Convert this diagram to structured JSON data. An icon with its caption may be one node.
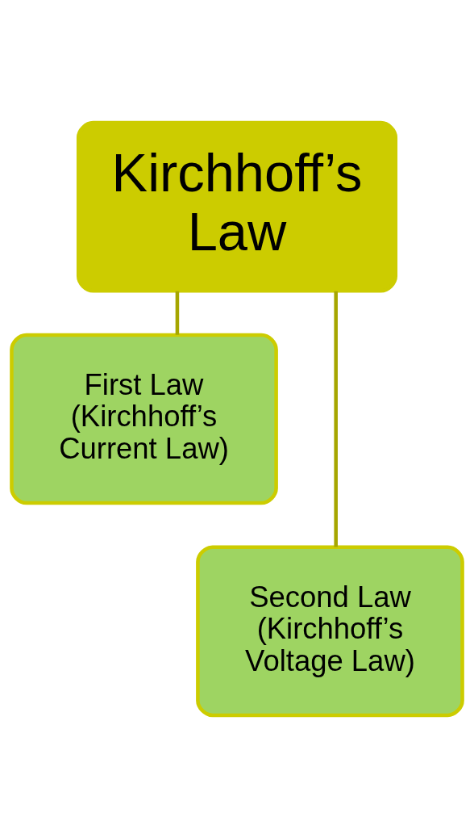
{
  "diagram": {
    "nodes": [
      {
        "text": [
          "Kirchhoff’s Law"
        ]
      },
      {
        "text": [
          "First Law (Kirchhoff’s Current Law)"
        ]
      },
      {
        "text": [
          "Second Law (Kirchhoff’s Voltage Law)"
        ]
      }
    ],
    "edges": [
      {
        "from": 0,
        "to": 1,
        "arrow": "none"
      },
      {
        "from": 0,
        "to": 2,
        "arrow": "none"
      }
    ]
  }
}
